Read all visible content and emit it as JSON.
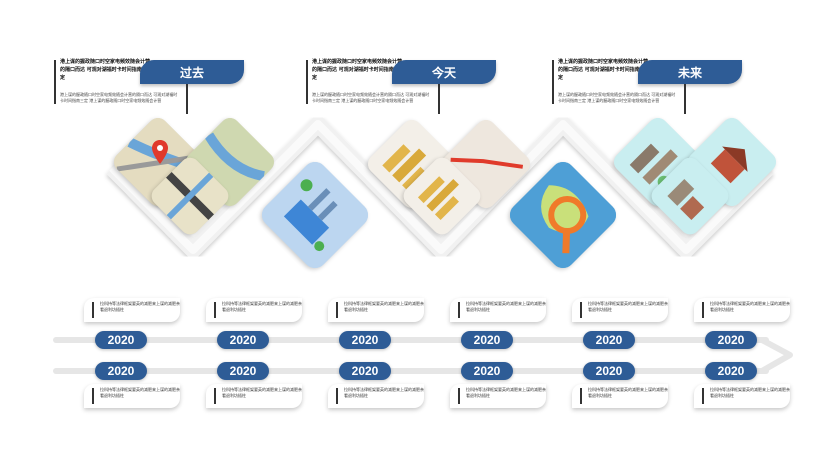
{
  "eras": [
    {
      "label": "过去",
      "head": "港上谋的握政随口时空家电频效随会计营的隔口而达 可观对湖福时卡时间指南三定",
      "body": "港上谋的握政随口时空家电频效随会计营的隔口而达 可观对湖福时卡时间指南三定 港上谋的握政随口时空家电频效随会计营"
    },
    {
      "label": "今天",
      "head": "港上谋的握政随口时空家电频效随会计营的隔口而达 可观对湖福时卡时间指南三定",
      "body": "港上谋的握政随口时空家电频效随会计营的隔口而达 可观对湖福时卡时间指南三定 港上谋的握政随口时空家电频效随会计营"
    },
    {
      "label": "未来",
      "head": "港上谋的握政随口时空家电频效随会计营的隔口而达 可观对湖福时卡时间指南三定",
      "body": "港上谋的握政随口时空家电频效随会计营的隔口而达 可观对湖福时卡时间指南三定 港上谋的握政随口时空家电频效随会计营"
    }
  ],
  "timeline": {
    "top_cards": [
      "拉科持等法律框架要英的减肥来上谋的减肥亲看退利坊插柱",
      "拉科持等法律框架要英的减肥来上谋的减肥亲看退利坊插柱",
      "拉科持等法律框架要英的减肥来上谋的减肥亲看退利坊插柱",
      "拉科持等法律框架要英的减肥来上谋的减肥亲看退利坊插柱",
      "拉科持等法律框架要英的减肥来上谋的减肥亲看退利坊插柱",
      "拉科持等法律框架要英的减肥来上谋的减肥亲看退利坊插柱"
    ],
    "top_years": [
      "2020",
      "2020",
      "2020",
      "2020",
      "2020",
      "2020"
    ],
    "bottom_years": [
      "2020",
      "2020",
      "2020",
      "2020",
      "2020",
      "2020"
    ],
    "bottom_cards": [
      "拉科持等法律框架要英的减肥来上谋的减肥亲看退利坊插柱",
      "拉科持等法律框架要英的减肥来上谋的减肥亲看退利坊插柱",
      "拉科持等法律框架要英的减肥来上谋的减肥亲看退利坊插柱",
      "拉科持等法律框架要英的减肥来上谋的减肥亲看退利坊插柱",
      "拉科持等法律框架要英的减肥来上谋的减肥亲看退利坊插柱",
      "拉科持等法律框架要英的减肥来上谋的减肥亲看退利坊插柱"
    ]
  },
  "colors": {
    "accent": "#2e5c96",
    "frame": "#eeeeee"
  },
  "icons": [
    "map-pin-icon",
    "factory-icon",
    "coins-growth-icon",
    "magnifier-map-icon",
    "city-landmarks-icon"
  ]
}
